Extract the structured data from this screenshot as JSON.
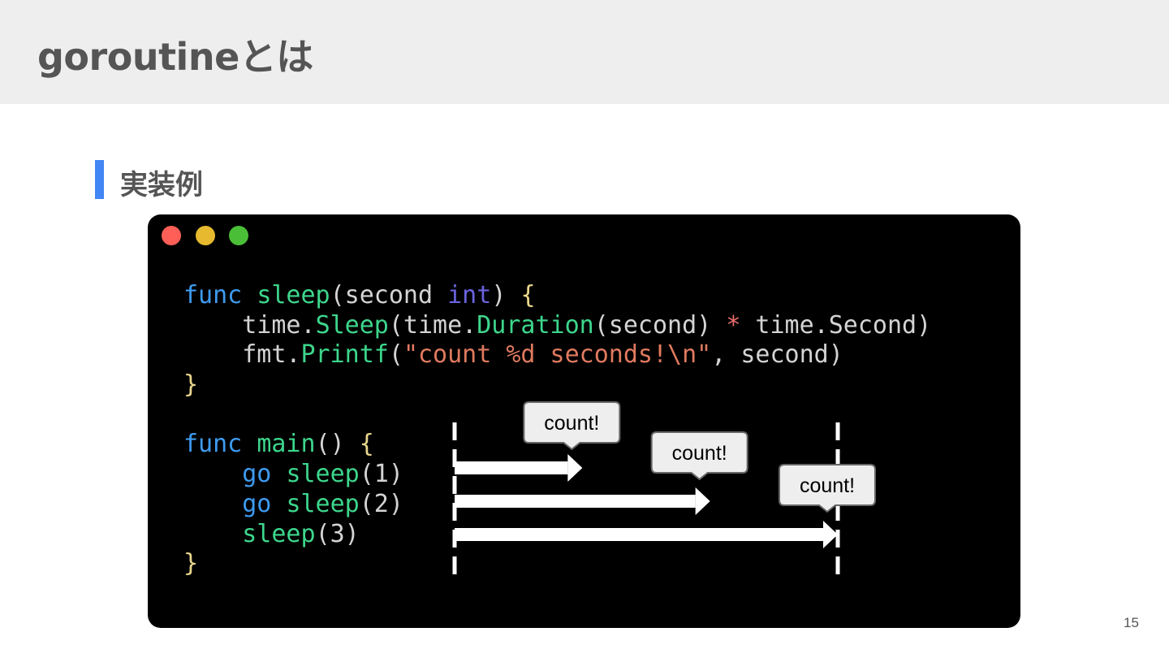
{
  "slide": {
    "title": "goroutineとは",
    "section_title": "実装例",
    "page_number": "15"
  },
  "window": {
    "controls": [
      {
        "name": "close",
        "color": "#ff5f57"
      },
      {
        "name": "minimize",
        "color": "#e6b92e"
      },
      {
        "name": "maximize",
        "color": "#4bbe38"
      }
    ]
  },
  "code": {
    "colors": {
      "keyword": "#3d9bf0",
      "type": "#6a63de",
      "function": "#3dd68c",
      "brace": "#e8d68c",
      "string": "#e07a5f",
      "operator": "#f06e6e",
      "plain": "#d4d4d4"
    },
    "lines": [
      [
        {
          "t": "func",
          "c": "keyword"
        },
        {
          "t": " ",
          "c": "plain"
        },
        {
          "t": "sleep",
          "c": "function"
        },
        {
          "t": "(second ",
          "c": "plain"
        },
        {
          "t": "int",
          "c": "type"
        },
        {
          "t": ") ",
          "c": "plain"
        },
        {
          "t": "{",
          "c": "brace"
        }
      ],
      [
        {
          "t": "    time.",
          "c": "plain"
        },
        {
          "t": "Sleep",
          "c": "function"
        },
        {
          "t": "(time.",
          "c": "plain"
        },
        {
          "t": "Duration",
          "c": "function"
        },
        {
          "t": "(second) ",
          "c": "plain"
        },
        {
          "t": "*",
          "c": "operator"
        },
        {
          "t": " time.Second)",
          "c": "plain"
        }
      ],
      [
        {
          "t": "    fmt.",
          "c": "plain"
        },
        {
          "t": "Printf",
          "c": "function"
        },
        {
          "t": "(",
          "c": "plain"
        },
        {
          "t": "\"count %d seconds!\\n\"",
          "c": "string"
        },
        {
          "t": ", second)",
          "c": "plain"
        }
      ],
      [
        {
          "t": "}",
          "c": "brace"
        }
      ],
      [],
      [
        {
          "t": "func",
          "c": "keyword"
        },
        {
          "t": " ",
          "c": "plain"
        },
        {
          "t": "main",
          "c": "function"
        },
        {
          "t": "() ",
          "c": "plain"
        },
        {
          "t": "{",
          "c": "brace"
        }
      ],
      [
        {
          "t": "    ",
          "c": "plain"
        },
        {
          "t": "go",
          "c": "keyword"
        },
        {
          "t": " ",
          "c": "plain"
        },
        {
          "t": "sleep",
          "c": "function"
        },
        {
          "t": "(1)",
          "c": "plain"
        }
      ],
      [
        {
          "t": "    ",
          "c": "plain"
        },
        {
          "t": "go",
          "c": "keyword"
        },
        {
          "t": " ",
          "c": "plain"
        },
        {
          "t": "sleep",
          "c": "function"
        },
        {
          "t": "(2)",
          "c": "plain"
        }
      ],
      [
        {
          "t": "    ",
          "c": "plain"
        },
        {
          "t": "sleep",
          "c": "function"
        },
        {
          "t": "(3)",
          "c": "plain"
        }
      ],
      [
        {
          "t": "}",
          "c": "brace"
        }
      ]
    ]
  },
  "timeline": {
    "max_duration": 3,
    "arrows": [
      {
        "duration": 1,
        "label": "count!"
      },
      {
        "duration": 2,
        "label": "count!"
      },
      {
        "duration": 3,
        "label": "count!"
      }
    ]
  }
}
